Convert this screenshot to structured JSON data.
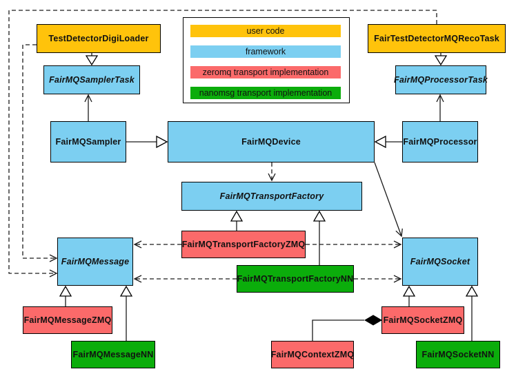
{
  "legend": {
    "items": [
      {
        "label": "user code",
        "category": "user"
      },
      {
        "label": "framework",
        "category": "framework"
      },
      {
        "label": "zeromq transport implementation",
        "category": "zeromq"
      },
      {
        "label": "nanomsg transport implementation",
        "category": "nanomsg"
      }
    ]
  },
  "colors": {
    "user": "#FFC30B",
    "framework": "#7CCFF1",
    "zeromq": "#FB6A6A",
    "nanomsg": "#0BAD0B",
    "border": "#000000",
    "canvas": "#FFFFFF"
  },
  "nodes": {
    "testDetectorDigiLoader": {
      "label": "TestDetectorDigiLoader"
    },
    "fairTestDetectorMQRecoTask": {
      "label": "FairTestDetectorMQRecoTask"
    },
    "fairMQSamplerTask": {
      "label": "FairMQSamplerTask"
    },
    "fairMQProcessorTask": {
      "label": "FairMQProcessorTask"
    },
    "fairMQSampler": {
      "label": "FairMQSampler"
    },
    "fairMQDevice": {
      "label": "FairMQDevice"
    },
    "fairMQProcessor": {
      "label": "FairMQProcessor"
    },
    "fairMQTransportFactory": {
      "label": "FairMQTransportFactory"
    },
    "fairMQTransportFactoryZMQ": {
      "label": "FairMQTransportFactoryZMQ"
    },
    "fairMQTransportFactoryNN": {
      "label": "FairMQTransportFactoryNN"
    },
    "fairMQMessage": {
      "label": "FairMQMessage"
    },
    "fairMQSocket": {
      "label": "FairMQSocket"
    },
    "fairMQMessageZMQ": {
      "label": "FairMQMessageZMQ"
    },
    "fairMQMessageNN": {
      "label": "FairMQMessageNN"
    },
    "fairMQContextZMQ": {
      "label": "FairMQContextZMQ"
    },
    "fairMQSocketZMQ": {
      "label": "FairMQSocketZMQ"
    },
    "fairMQSocketNN": {
      "label": "FairMQSocketNN"
    }
  },
  "relations": [
    {
      "from": "TestDetectorDigiLoader",
      "to": "FairMQSamplerTask",
      "type": "generalization"
    },
    {
      "from": "FairTestDetectorMQRecoTask",
      "to": "FairMQProcessorTask",
      "type": "generalization"
    },
    {
      "from": "FairMQSampler",
      "to": "FairMQDevice",
      "type": "generalization"
    },
    {
      "from": "FairMQProcessor",
      "to": "FairMQDevice",
      "type": "generalization"
    },
    {
      "from": "FairMQSampler",
      "to": "FairMQSamplerTask",
      "type": "association"
    },
    {
      "from": "FairMQProcessor",
      "to": "FairMQProcessorTask",
      "type": "association"
    },
    {
      "from": "FairMQDevice",
      "to": "FairMQSocket",
      "type": "association"
    },
    {
      "from": "FairMQDevice",
      "to": "FairMQTransportFactory",
      "type": "dependency-dashed"
    },
    {
      "from": "TestDetectorDigiLoader",
      "to": "FairMQMessage",
      "type": "dependency-dashed"
    },
    {
      "from": "FairTestDetectorMQRecoTask",
      "to": "FairMQMessage",
      "type": "dependency-dashed"
    },
    {
      "from": "FairMQTransportFactoryZMQ",
      "to": "FairMQTransportFactory",
      "type": "generalization"
    },
    {
      "from": "FairMQTransportFactoryNN",
      "to": "FairMQTransportFactory",
      "type": "generalization"
    },
    {
      "from": "FairMQTransportFactoryZMQ",
      "to": "FairMQMessage",
      "type": "dependency-dashed"
    },
    {
      "from": "FairMQTransportFactoryZMQ",
      "to": "FairMQSocket",
      "type": "dependency-dashed"
    },
    {
      "from": "FairMQTransportFactoryNN",
      "to": "FairMQMessage",
      "type": "dependency-dashed"
    },
    {
      "from": "FairMQTransportFactoryNN",
      "to": "FairMQSocket",
      "type": "dependency-dashed"
    },
    {
      "from": "FairMQMessageZMQ",
      "to": "FairMQMessage",
      "type": "generalization"
    },
    {
      "from": "FairMQMessageNN",
      "to": "FairMQMessage",
      "type": "generalization"
    },
    {
      "from": "FairMQSocketZMQ",
      "to": "FairMQSocket",
      "type": "generalization"
    },
    {
      "from": "FairMQSocketNN",
      "to": "FairMQSocket",
      "type": "generalization"
    },
    {
      "from": "FairMQContextZMQ",
      "to": "FairMQSocketZMQ",
      "type": "composition"
    }
  ]
}
